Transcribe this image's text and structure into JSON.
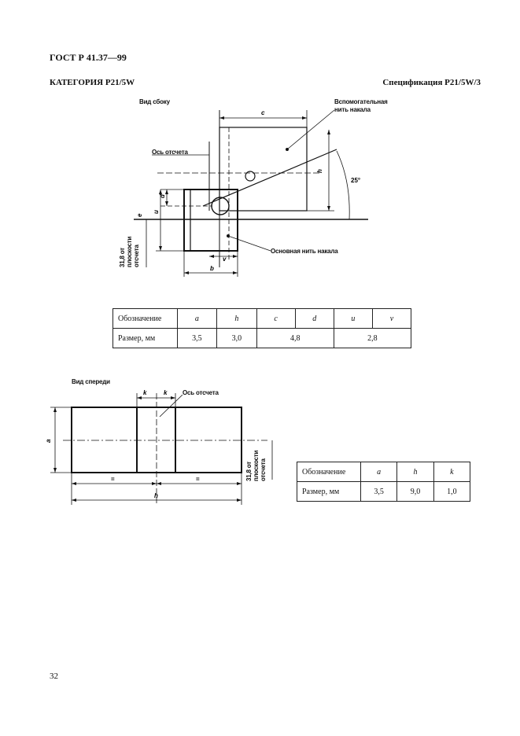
{
  "header": {
    "standard": "ГОСТ Р 41.37—99",
    "category": "КАТЕГОРИЯ P21/5W",
    "spec_sheet": "Спецификация P21/5W/3"
  },
  "side_view": {
    "title": "Вид сбоку",
    "aux_filament": [
      "Вспомогательная",
      "нить накала"
    ],
    "axis": "Ось отсчета",
    "main_filament": "Основная нить накала",
    "plane_dist": [
      "31,8 от",
      "плоскости",
      "отсчета"
    ],
    "angle": "25°",
    "dims": {
      "c": "c",
      "h": "h",
      "d": "d",
      "u": "u",
      "e": "e",
      "v": "v",
      "b": "b"
    }
  },
  "table1": {
    "headers": [
      "Обозначение",
      "a",
      "h",
      "c",
      "d",
      "u",
      "v"
    ],
    "row_label": "Размер,  мм",
    "values": [
      "3,5",
      "3,0",
      "4,8",
      "2,8"
    ]
  },
  "front_view": {
    "title": "Вид спереди",
    "axis": "Ось отсчета",
    "plane_dist": [
      "31,8 от",
      "плоскости",
      "отсчета"
    ],
    "dims": {
      "a": "a",
      "k1": "k",
      "k2": "k",
      "eq1": "=",
      "eq2": "=",
      "h": "h"
    }
  },
  "table2": {
    "headers": [
      "Обозначение",
      "a",
      "h",
      "k"
    ],
    "row_label": "Размер,  мм",
    "values": [
      "3,5",
      "9,0",
      "1,0"
    ]
  },
  "footer": {
    "page": "32"
  }
}
